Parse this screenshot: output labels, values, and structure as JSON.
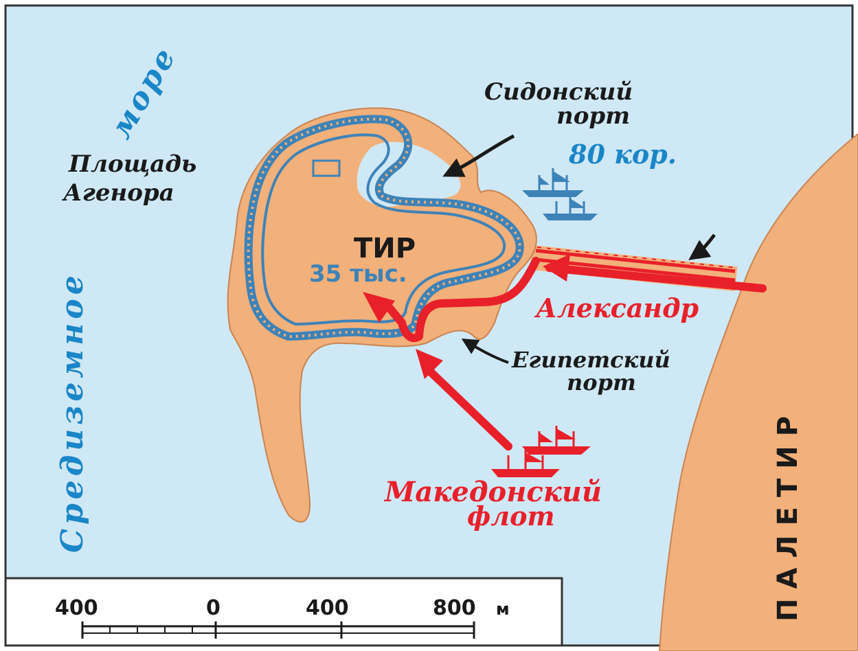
{
  "colors": {
    "sea": "#cfe8f5",
    "land": "#f2b07a",
    "wall": "#3d83b8",
    "macedonian": "#e8202a",
    "blue_text": "#1a86c7",
    "black_text": "#1a1a1a"
  },
  "labels": {
    "sea_line1": "Средиземное",
    "sea_line2": "море",
    "agora_line1": "Площадь",
    "agora_line2": "Агенора",
    "sidon_line1": "Сидонский",
    "sidon_line2": "порт",
    "ships_80": "80 кор.",
    "city": "ТИР",
    "population": "35 тыс.",
    "alexander": "Александр",
    "egypt_line1": "Египетский",
    "egypt_line2": "порт",
    "fleet_line1": "Македонский",
    "fleet_line2": "флот",
    "mainland": "ПАЛЕТИР"
  },
  "scale": {
    "ticks": [
      "400",
      "0",
      "400",
      "800"
    ],
    "unit": "м"
  },
  "icons": [
    "ship-icon",
    "arrow-icon"
  ]
}
